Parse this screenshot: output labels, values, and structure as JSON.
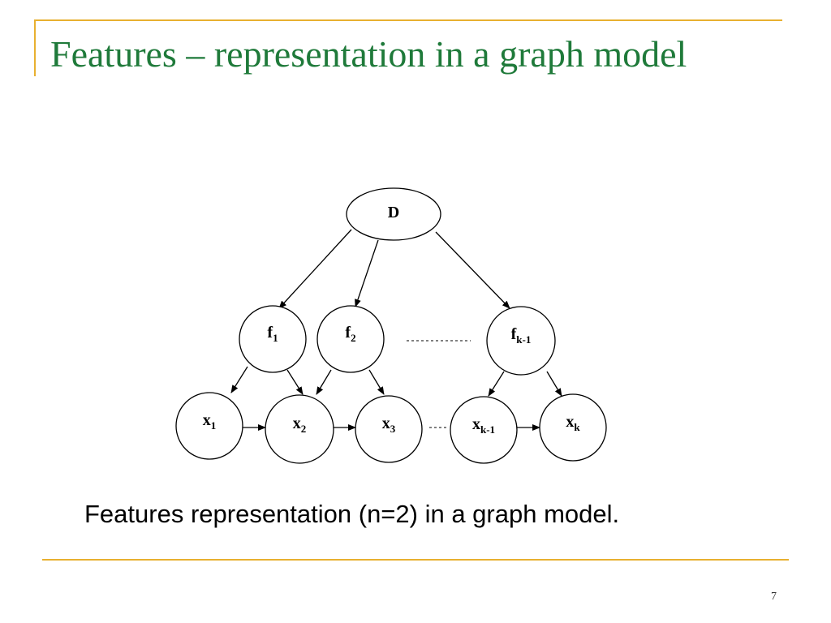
{
  "title": "Features – representation in a graph model",
  "caption": "Features representation (n=2) in a graph model.",
  "page_number": "7",
  "nodes": {
    "d": {
      "base": "D",
      "sub": ""
    },
    "f1": {
      "base": "f",
      "sub": "1"
    },
    "f2": {
      "base": "f",
      "sub": "2"
    },
    "fk1": {
      "base": "f",
      "sub": "k-1"
    },
    "x1": {
      "base": "x",
      "sub": "1"
    },
    "x2": {
      "base": "x",
      "sub": "2"
    },
    "x3": {
      "base": "x",
      "sub": "3"
    },
    "xk1": {
      "base": "x",
      "sub": "k-1"
    },
    "xk": {
      "base": "x",
      "sub": "k"
    }
  },
  "colors": {
    "title": "#1f7a3a",
    "accent_rule": "#e8b030"
  }
}
